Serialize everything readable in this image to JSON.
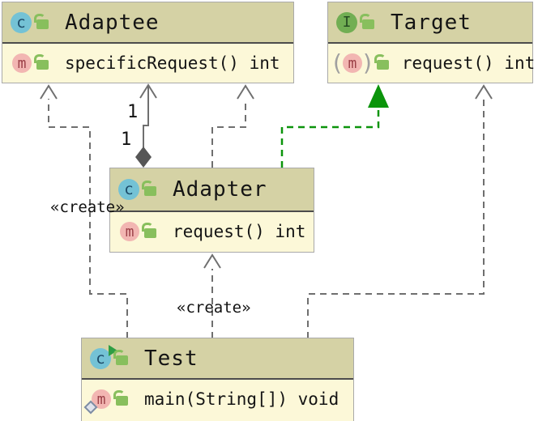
{
  "classes": {
    "adaptee": {
      "name": "Adaptee",
      "member": "specificRequest() int"
    },
    "target": {
      "name": "Target",
      "member": "request() int"
    },
    "adapter": {
      "name": "Adapter",
      "member": "request() int"
    },
    "test": {
      "name": "Test",
      "member": "main(String[]) void"
    }
  },
  "icon_letters": {
    "class_letter": "c",
    "interface_letter": "I",
    "method_letter": "m",
    "abstract_paren_open": "(",
    "abstract_paren_close": ")"
  },
  "edge_labels": {
    "create_test_adaptee": "«create»",
    "create_test_adapter": "«create»",
    "multiplicity_upper": "1",
    "multiplicity_lower": "1"
  },
  "colors": {
    "box_header_bg": "#d5d2a5",
    "box_body_bg": "#fcf8d8",
    "box_border": "#a9a9a9",
    "header_divider": "#4c4c4c",
    "dependency_gray": "#6f6f6f",
    "realization_green": "#0b940b",
    "class_icon_bg": "#74c2d5",
    "interface_icon_bg": "#71ae53",
    "method_icon_bg": "#f2b6b2",
    "lock_green": "#88bf5d",
    "composition_diamond": "#565656"
  }
}
